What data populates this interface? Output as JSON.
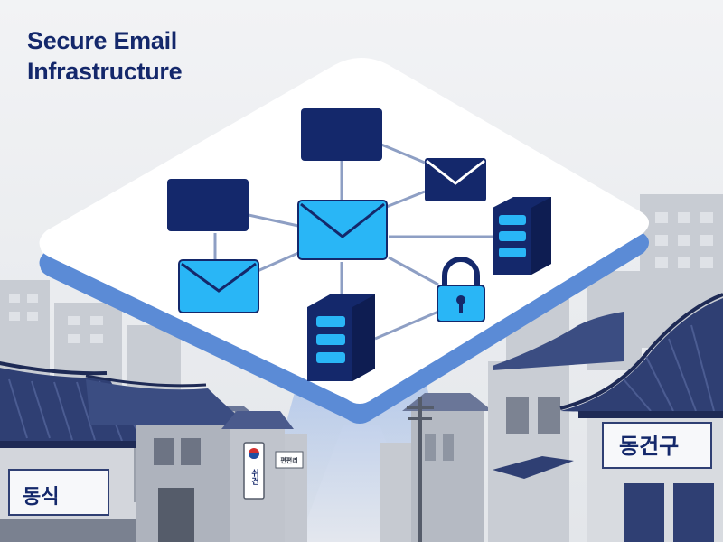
{
  "title": {
    "line1": "Secure Email",
    "line2": "Infrastructure"
  },
  "signs": {
    "left": "동식",
    "right": "동건구",
    "vertical": "쉬건",
    "small": "편편리"
  },
  "colors": {
    "navy": "#14286b",
    "light_blue": "#29b6f6",
    "platform": "#ffffff",
    "platform_edge": "#5b8bd6",
    "roof": "#3b4d82",
    "background": "#eef0f3"
  },
  "icons": [
    "monitor-icon",
    "envelope-icon",
    "server-icon",
    "padlock-icon"
  ]
}
